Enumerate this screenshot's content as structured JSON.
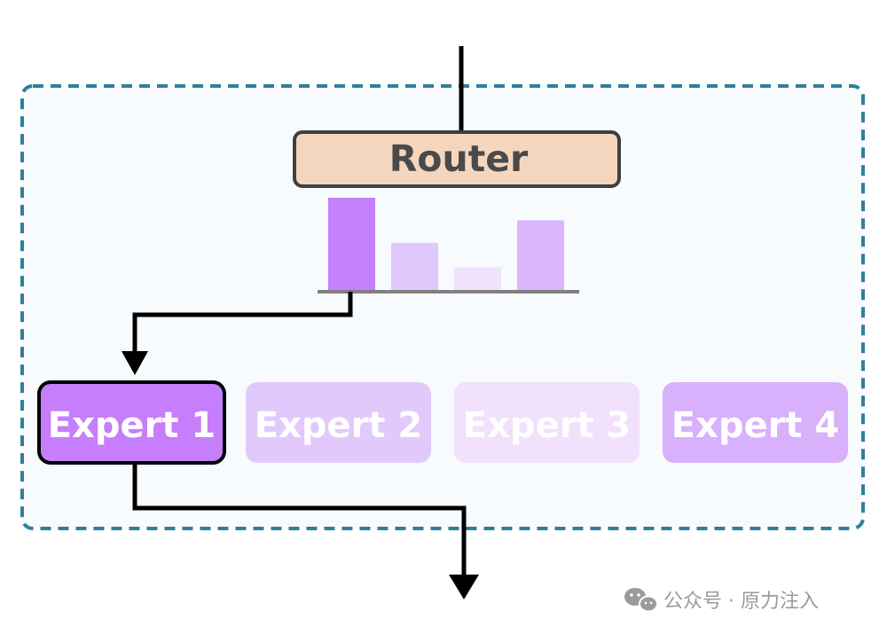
{
  "router": {
    "label": "Router"
  },
  "gate_bars": [
    {
      "value": 1.0,
      "color": "#c480fd"
    },
    {
      "value": 0.52,
      "color": "#e1c8fc"
    },
    {
      "value": 0.26,
      "color": "#f0e3fd"
    },
    {
      "value": 0.76,
      "color": "#dbb4fd"
    }
  ],
  "experts": [
    {
      "label": "Expert 1",
      "fill": "#c67efc",
      "selected": true
    },
    {
      "label": "Expert 2",
      "fill": "#e2c9fc",
      "selected": false
    },
    {
      "label": "Expert 3",
      "fill": "#f1e1fd",
      "selected": false
    },
    {
      "label": "Expert 4",
      "fill": "#d8b0fc",
      "selected": false
    }
  ],
  "watermark": {
    "text": "公众号 · 原力注入",
    "icon": "wechat-icon"
  },
  "colors": {
    "router_fill": "#f4d6bf",
    "router_stroke": "#3f3f3f",
    "router_text": "#4a4a4a",
    "container_border": "#2f7f9c",
    "container_fill": "#f8fbfd",
    "arrow": "#000000",
    "baseline": "#808080",
    "watermark": "#9b9b9b"
  }
}
